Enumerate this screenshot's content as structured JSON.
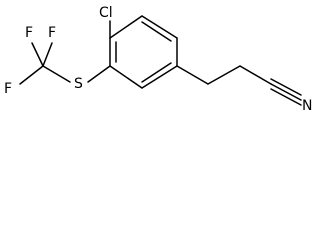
{
  "structure": {
    "atoms": {
      "chlorine": "Cl",
      "sulfur": "S",
      "fluorine_top_left": "F",
      "fluorine_top_right": "F",
      "fluorine_left": "F",
      "nitrile_nitrogen": "N"
    }
  }
}
